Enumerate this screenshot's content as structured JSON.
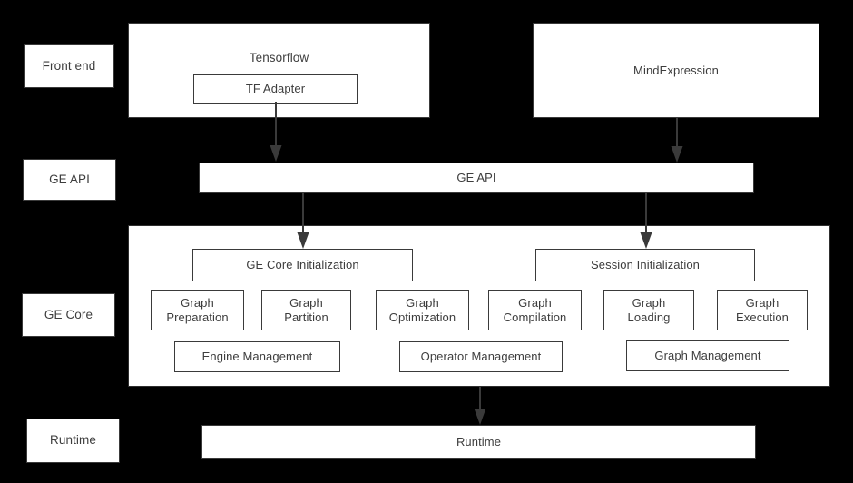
{
  "diagram": {
    "background_color": "#000000",
    "box_fill": "#ffffff",
    "box_border": "#3a3a3a",
    "text_color": "#3d3d3d",
    "lanes": [
      {
        "id": "front-end",
        "label": "Front end"
      },
      {
        "id": "ge-api",
        "label": "GE API"
      },
      {
        "id": "ge-core",
        "label": "GE Core"
      },
      {
        "id": "runtime",
        "label": "Runtime"
      }
    ],
    "front_end": {
      "tensorflow": {
        "title": "Tensorflow",
        "adapter": "TF Adapter"
      },
      "mindexpression": {
        "title": "MindExpression"
      }
    },
    "ge_api_bar": {
      "label": "GE API"
    },
    "ge_core": {
      "init_boxes": [
        {
          "id": "ge-core-initialization",
          "label": "GE Core Initialization"
        },
        {
          "id": "session-initialization",
          "label": "Session Initialization"
        }
      ],
      "stage_boxes": [
        {
          "id": "graph-preparation",
          "line1": "Graph",
          "line2": "Preparation"
        },
        {
          "id": "graph-partition",
          "line1": "Graph",
          "line2": "Partition"
        },
        {
          "id": "graph-optimization",
          "line1": "Graph",
          "line2": "Optimization"
        },
        {
          "id": "graph-compilation",
          "line1": "Graph",
          "line2": "Compilation"
        },
        {
          "id": "graph-loading",
          "line1": "Graph",
          "line2": "Loading"
        },
        {
          "id": "graph-execution",
          "line1": "Graph",
          "line2": "Execution"
        }
      ],
      "management_boxes": [
        {
          "id": "engine-management",
          "label": "Engine Management"
        },
        {
          "id": "operator-management",
          "label": "Operator Management"
        },
        {
          "id": "graph-management",
          "label": "Graph Management"
        }
      ]
    },
    "runtime_bar": {
      "label": "Runtime"
    },
    "arrows": [
      {
        "id": "tf-adapter-to-ge-api",
        "from": "TF Adapter",
        "to": "GE API"
      },
      {
        "id": "mindexpression-to-ge-api",
        "from": "MindExpression",
        "to": "GE API"
      },
      {
        "id": "ge-api-to-ge-core-initialization",
        "from": "GE API",
        "to": "GE Core Initialization"
      },
      {
        "id": "ge-api-to-session-initialization",
        "from": "GE API",
        "to": "Session Initialization"
      },
      {
        "id": "ge-core-to-runtime",
        "from": "GE Core",
        "to": "Runtime"
      }
    ]
  }
}
